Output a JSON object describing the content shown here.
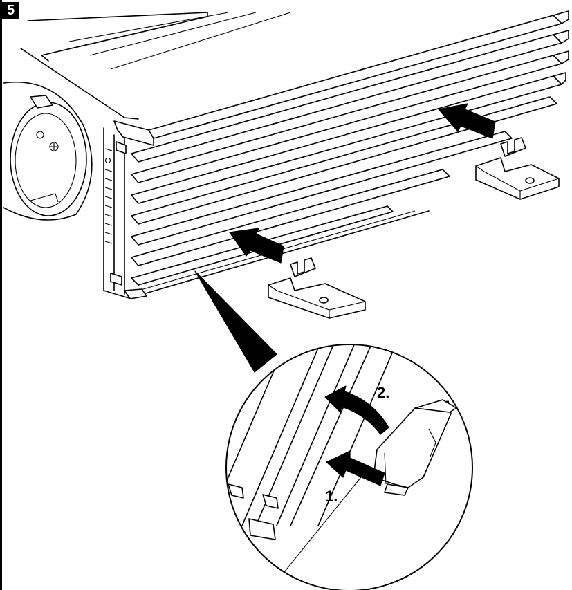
{
  "step": {
    "number": "5"
  },
  "detail": {
    "step_1_label": "1.",
    "step_2_label": "2."
  },
  "colors": {
    "ink": "#000000",
    "paper": "#ffffff"
  },
  "icons": {
    "push_arrow": "push-arrow-icon",
    "rotate_arrow": "rotate-arrow-icon",
    "screw_hole": "screw-hole-icon"
  }
}
